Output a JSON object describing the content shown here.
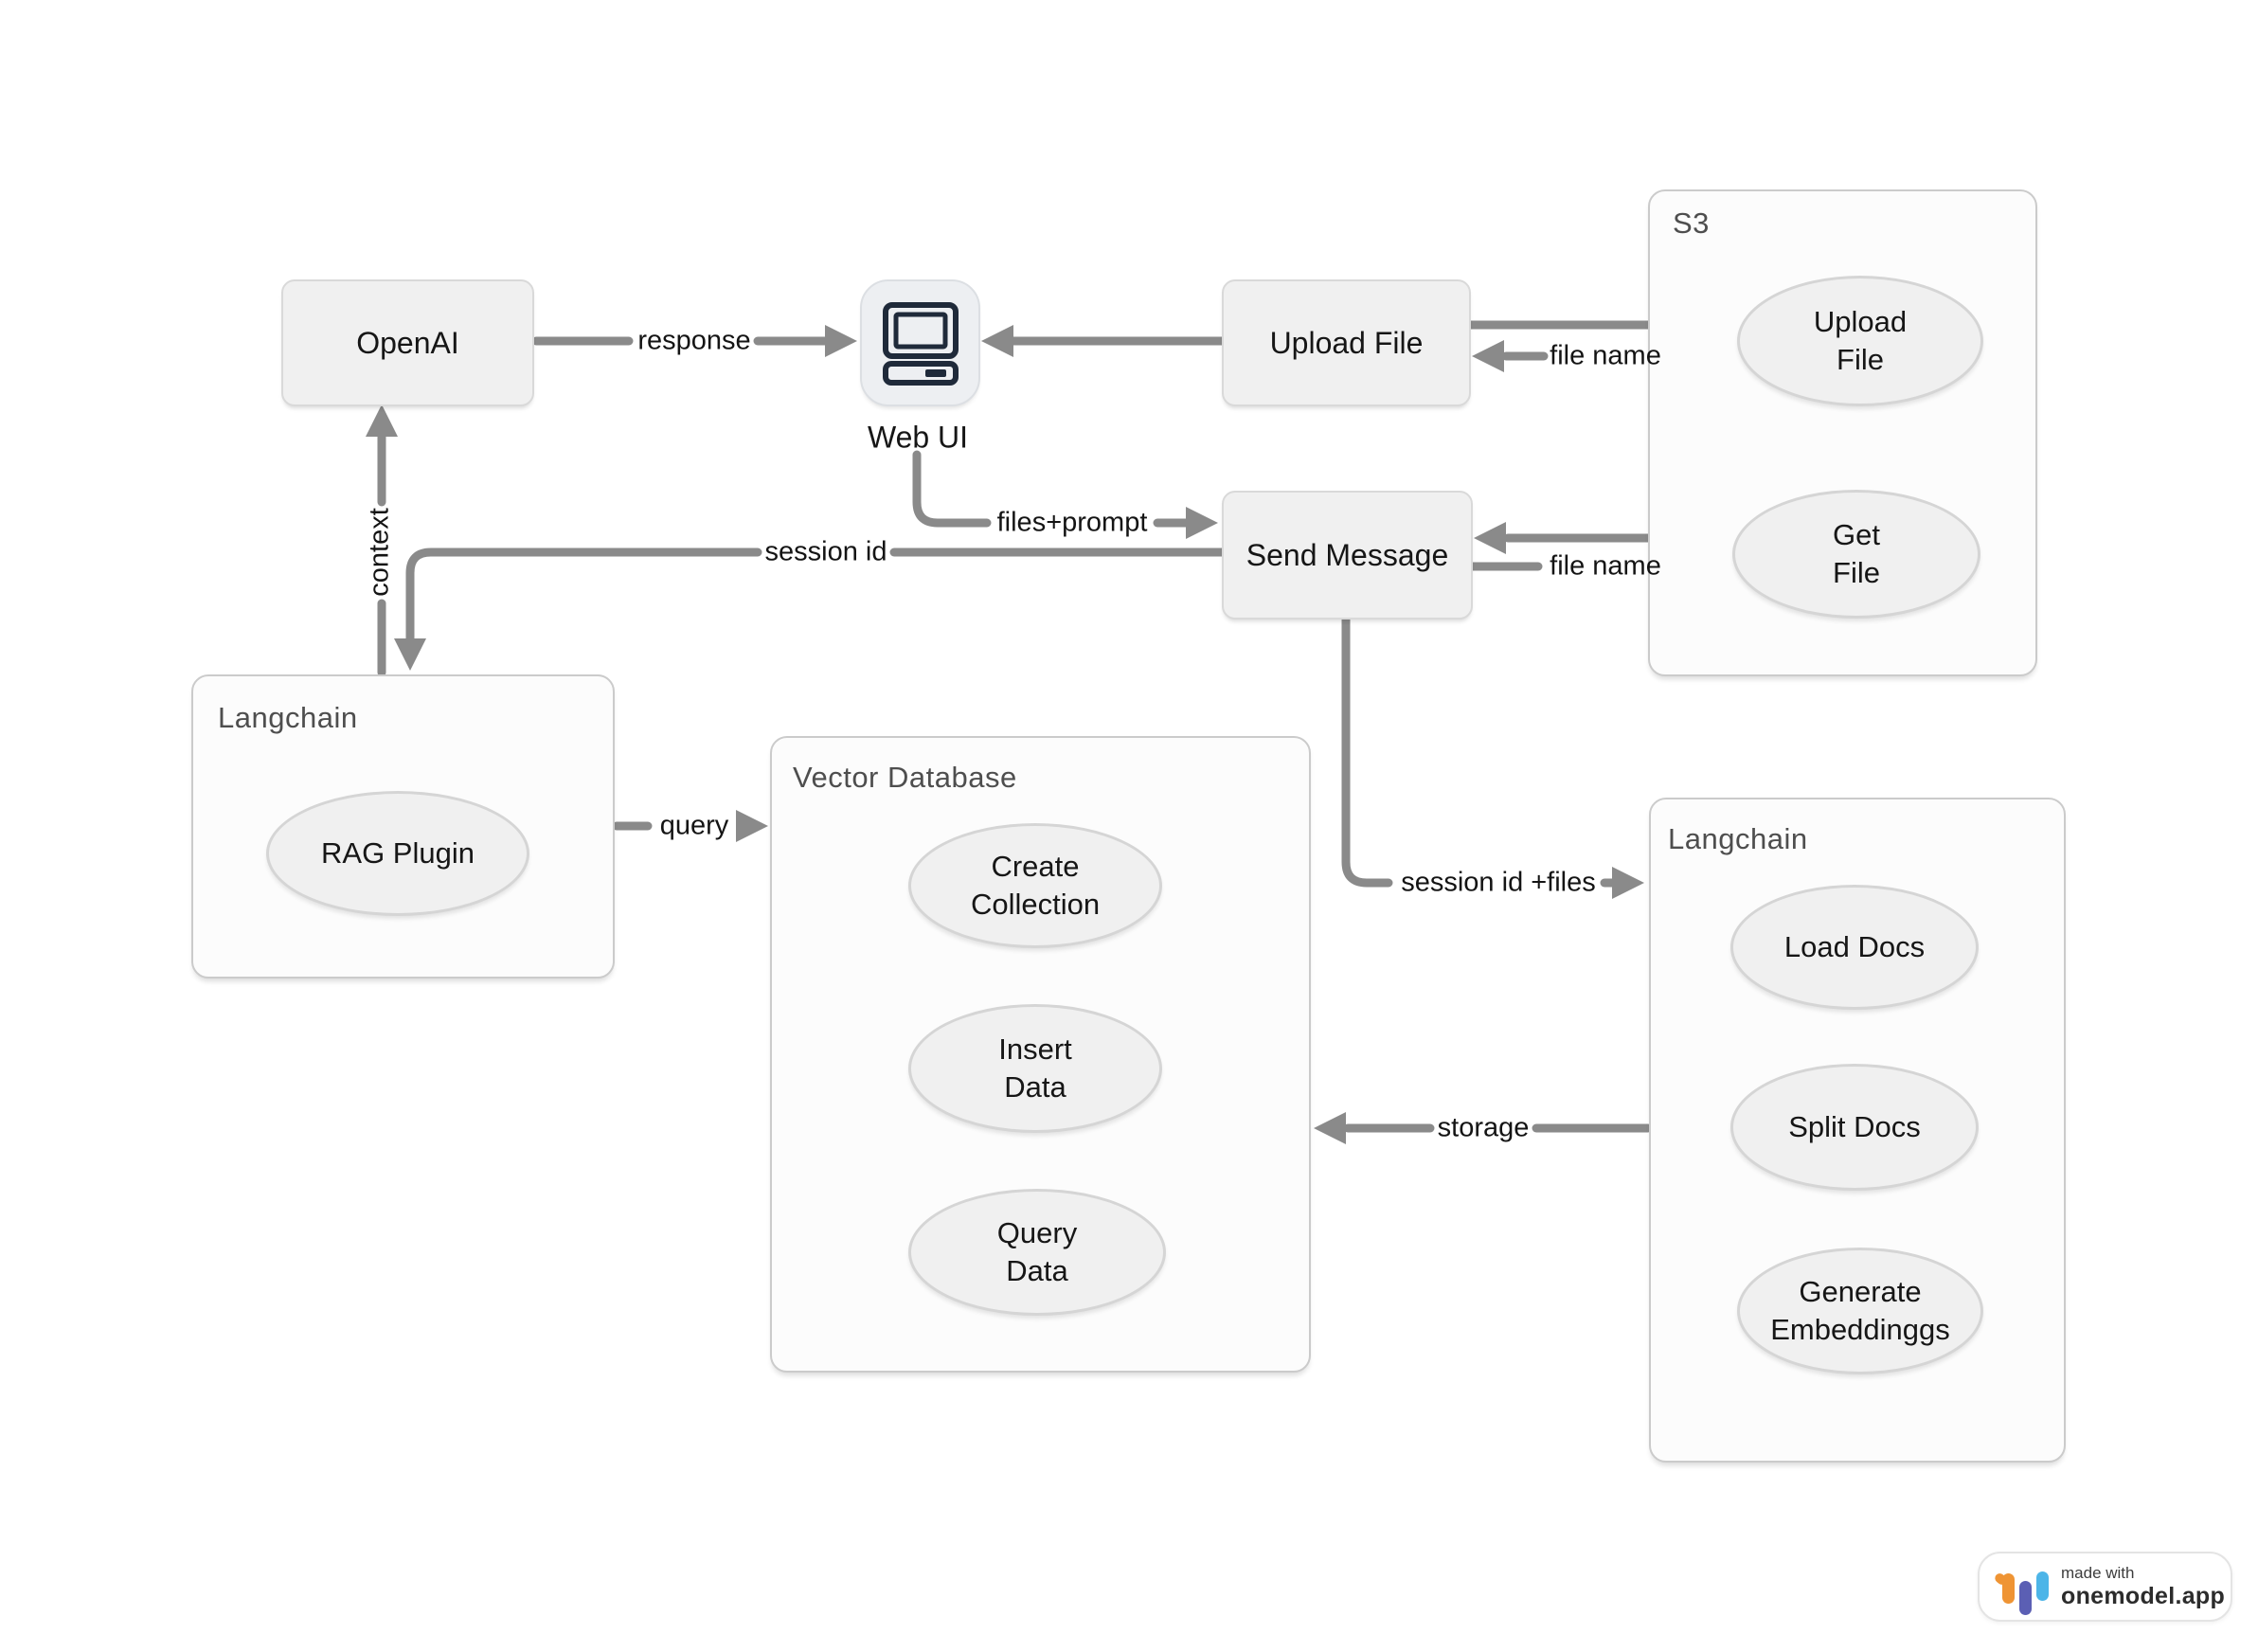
{
  "nodes": {
    "openai": "OpenAI",
    "web_ui": "Web UI",
    "upload_file": "Upload File",
    "send_message": "Send Message"
  },
  "containers": {
    "s3": {
      "title": "S3",
      "ellipses": [
        [
          "Upload",
          "File"
        ],
        [
          "Get",
          "File"
        ]
      ]
    },
    "langchain_left": {
      "title": "Langchain",
      "ellipses": [
        [
          "RAG Plugin"
        ]
      ]
    },
    "vector_db": {
      "title": "Vector Database",
      "ellipses": [
        [
          "Create",
          "Collection"
        ],
        [
          "Insert",
          "Data"
        ],
        [
          "Query",
          "Data"
        ]
      ]
    },
    "langchain_right": {
      "title": "Langchain",
      "ellipses": [
        [
          "Load Docs"
        ],
        [
          "Split Docs"
        ],
        [
          "Generate",
          "Embeddinggs"
        ]
      ]
    }
  },
  "edges": {
    "response": "response",
    "file_name_upload": "file name",
    "files_prompt": "files+prompt",
    "session_id": "session id",
    "context": "context",
    "query": "query",
    "session_id_files": "session id +files",
    "file_name_get": "file name",
    "storage": "storage"
  },
  "badge": {
    "made_with": "made with",
    "brand": "onemodel.app"
  },
  "colors": {
    "arrow": "#8a8a8a",
    "node_fill": "#f0f0f0",
    "node_border": "#d9d9d9",
    "container_fill": "#fcfcfc",
    "container_border": "#cbcbcb",
    "icon_dark": "#1f2a3a",
    "logo_orange": "#ef9434",
    "logo_indigo": "#5b5fb4",
    "logo_blue": "#4db5e8"
  }
}
